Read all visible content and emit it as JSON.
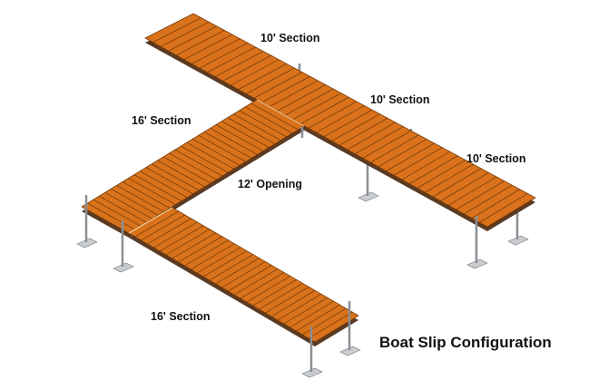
{
  "colors": {
    "deck": "#d9721a",
    "deck_side": "#5a3a22",
    "plank_line": "#6b3608",
    "post": "#8a8f95",
    "plate": "#c9cdd1"
  },
  "labels": {
    "top_section": "10' Section",
    "middle_section": "10' Section",
    "right_section": "10' Section",
    "upper_arm": "16' Section",
    "opening": "12' Opening",
    "lower_arm": "16' Section"
  },
  "title": "Boat Slip Configuration"
}
